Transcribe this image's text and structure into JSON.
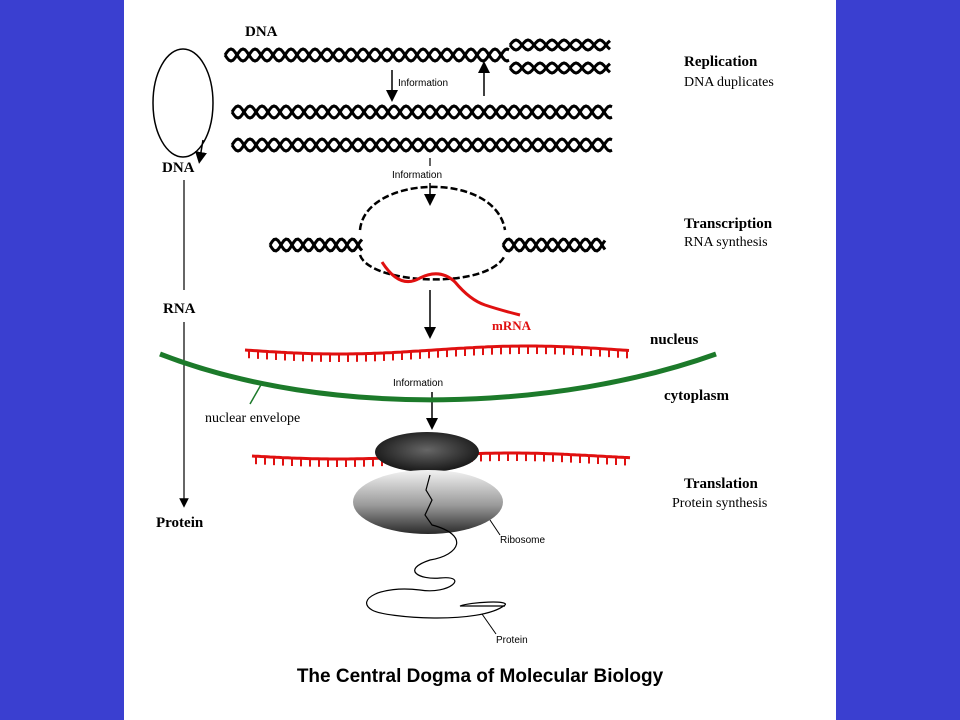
{
  "diagram": {
    "title": "The Central Dogma of Molecular Biology",
    "left_flow": [
      "DNA",
      "DNA",
      "RNA",
      "Protein"
    ],
    "replication": {
      "heading": "Replication",
      "subheading": "DNA duplicates"
    },
    "transcription": {
      "heading": "Transcription",
      "subheading": "RNA synthesis"
    },
    "translation": {
      "heading": "Translation",
      "subheading": "Protein synthesis"
    },
    "compartments": {
      "nucleus": "nucleus",
      "cytoplasm": "cytoplasm",
      "envelope": "nuclear envelope"
    },
    "information_labels": [
      "Information",
      "Information",
      "Information"
    ],
    "mrna_label": "mRNA",
    "ribosome_label": "Ribosome",
    "protein_label": "Protein",
    "colors": {
      "background": "#3a3fd0",
      "panel": "#ffffff",
      "mrna": "#e01010",
      "envelope": "#1c7a2a",
      "ink": "#000000"
    }
  }
}
